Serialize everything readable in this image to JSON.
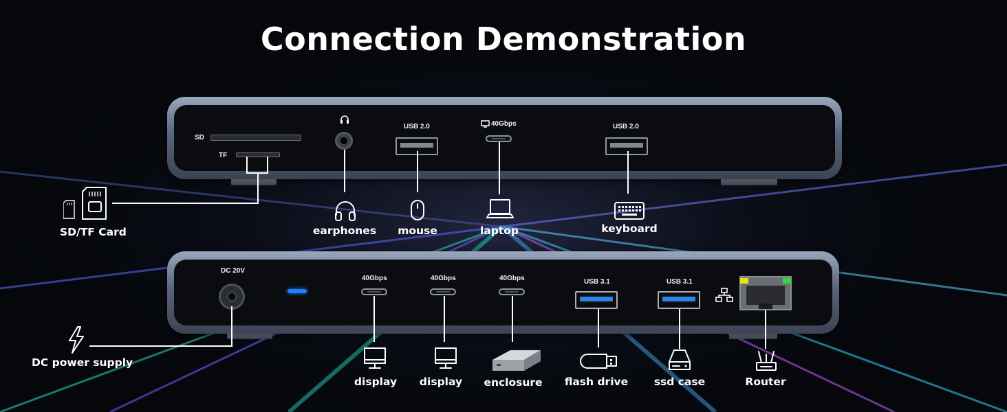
{
  "title": "Connection Demonstration",
  "top_panel": {
    "port_labels": {
      "sd": "SD",
      "tf": "TF",
      "usb20_left": "USB 2.0",
      "tb_40gbps": "40Gbps",
      "usb20_right": "USB 2.0"
    },
    "devices": {
      "sd_tf": "SD/TF Card",
      "earphones": "earphones",
      "mouse": "mouse",
      "laptop": "laptop",
      "keyboard": "keyboard"
    }
  },
  "bottom_panel": {
    "port_labels": {
      "dc": "DC 20V",
      "c1": "40Gbps",
      "c2": "40Gbps",
      "c3": "40Gbps",
      "usb31_a": "USB 3.1",
      "usb31_b": "USB 3.1"
    },
    "devices": {
      "dc": "DC power supply",
      "display1": "display",
      "display2": "display",
      "enclosure": "enclosure",
      "flash": "flash drive",
      "ssd": "ssd case",
      "router": "Router"
    }
  },
  "colors": {
    "led": "#1f7dff",
    "usb31": "#2a86e8",
    "rj45_led_left": "#e6e600",
    "rj45_led_right": "#39d639"
  }
}
